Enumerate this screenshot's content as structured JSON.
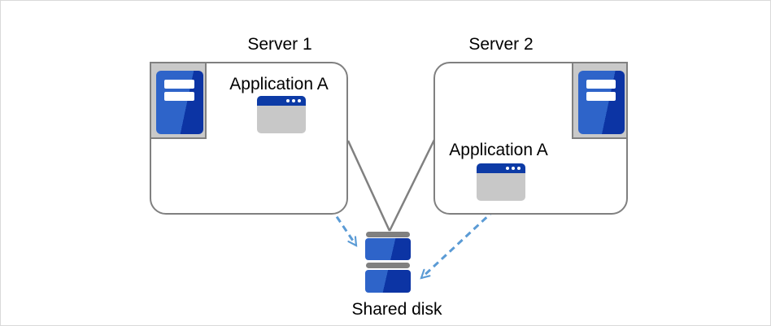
{
  "diagram": {
    "server1": {
      "label": "Server 1",
      "application": {
        "label": "Application A"
      }
    },
    "server2": {
      "label": "Server 2",
      "application": {
        "label": "Application A"
      }
    },
    "shared_disk": {
      "label": "Shared disk"
    }
  },
  "icons": {
    "server1_icon": "server-tower-icon",
    "server2_icon": "server-tower-icon",
    "server1_app_icon": "app-window-icon",
    "server2_app_icon": "app-window-icon",
    "shared_disk_icon": "disk-stack-icon"
  },
  "connections": [
    {
      "from": "server1-box",
      "to": "shared-disk",
      "style": "solid-gray-line"
    },
    {
      "from": "server2-box",
      "to": "shared-disk",
      "style": "solid-gray-line"
    },
    {
      "from": "server1-application",
      "to": "shared-disk",
      "style": "dashed-blue-arrow"
    },
    {
      "from": "server2-application",
      "to": "shared-disk",
      "style": "dashed-blue-arrow"
    }
  ],
  "colors": {
    "icon_blue_light": "#2E64C9",
    "icon_blue_dark": "#0C34A4",
    "titlebar_blue": "#0D3BA6",
    "icon_gray": "#C9C9C9",
    "line_gray": "#808080",
    "arrow_blue": "#5B9BD5",
    "label_black": "#000000",
    "canvas_border": "#D9D9D9"
  }
}
